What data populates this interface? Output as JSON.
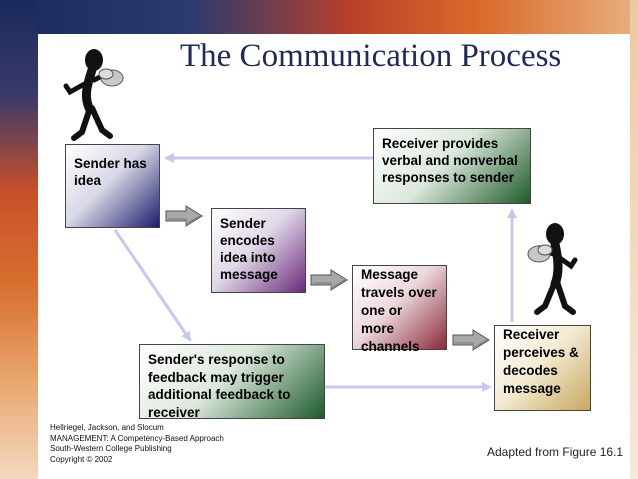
{
  "title": "The Communication Process",
  "boxes": {
    "sender": "Sender has idea",
    "encode": "Sender encodes idea into message",
    "travel": "Message travels over one or more channels",
    "receiver": "Receiver perceives & decodes message",
    "feedback": "Sender's response to feedback may trigger additional feedback to receiver",
    "provides": "Receiver provides verbal and nonverbal responses to sender"
  },
  "credit": {
    "line1": "Hellriegel, Jackson, and Slocum",
    "line2": "MANAGEMENT: A Competency-Based Approach",
    "line3": "South-Western College Publishing",
    "line4": "Copyright © 2002"
  },
  "adapted": "Adapted from Figure 16.1",
  "icons": [
    "stick-figure-sender-icon",
    "stick-figure-receiver-icon",
    "arrow-right-icon"
  ],
  "colors": {
    "title": "#1f2a5a",
    "connector": "#c8c8ee",
    "block_arrow": "#a8a8a8"
  }
}
